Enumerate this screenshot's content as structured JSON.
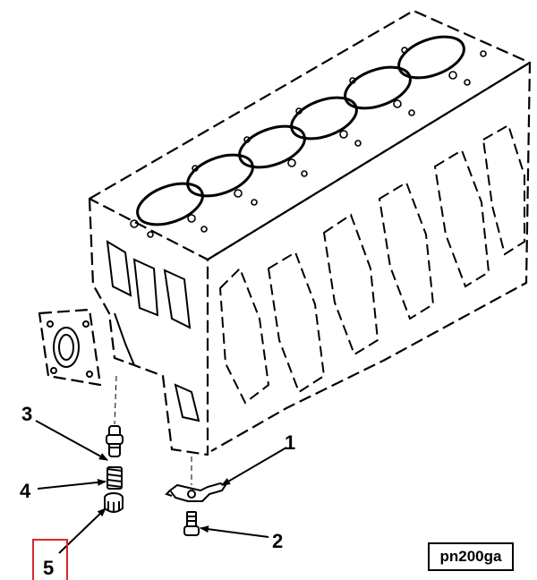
{
  "figure": {
    "id_label": "pn200ga"
  },
  "callouts": [
    {
      "number": "1"
    },
    {
      "number": "2"
    },
    {
      "number": "3"
    },
    {
      "number": "4"
    },
    {
      "number": "5"
    }
  ],
  "highlight": {
    "target_callout": "5",
    "color": "#d8262c"
  },
  "colors": {
    "line": "#000000",
    "background": "#ffffff"
  }
}
